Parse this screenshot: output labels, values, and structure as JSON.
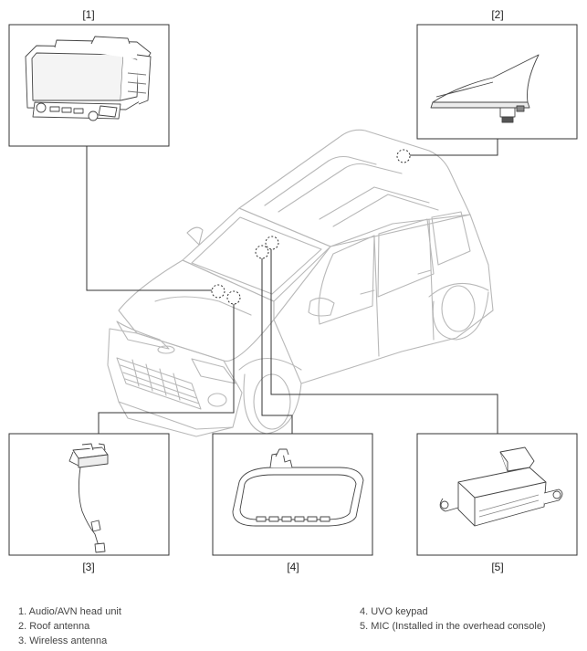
{
  "labels": {
    "c1": "[1]",
    "c2": "[2]",
    "c3": "[3]",
    "c4": "[4]",
    "c5": "[5]"
  },
  "legend": {
    "left": [
      "1. Audio/AVN head unit",
      "2. Roof antenna",
      "3. Wireless antenna"
    ],
    "right": [
      "4. UVO keypad",
      "5. MIC (Installed in the overhead console)"
    ]
  }
}
